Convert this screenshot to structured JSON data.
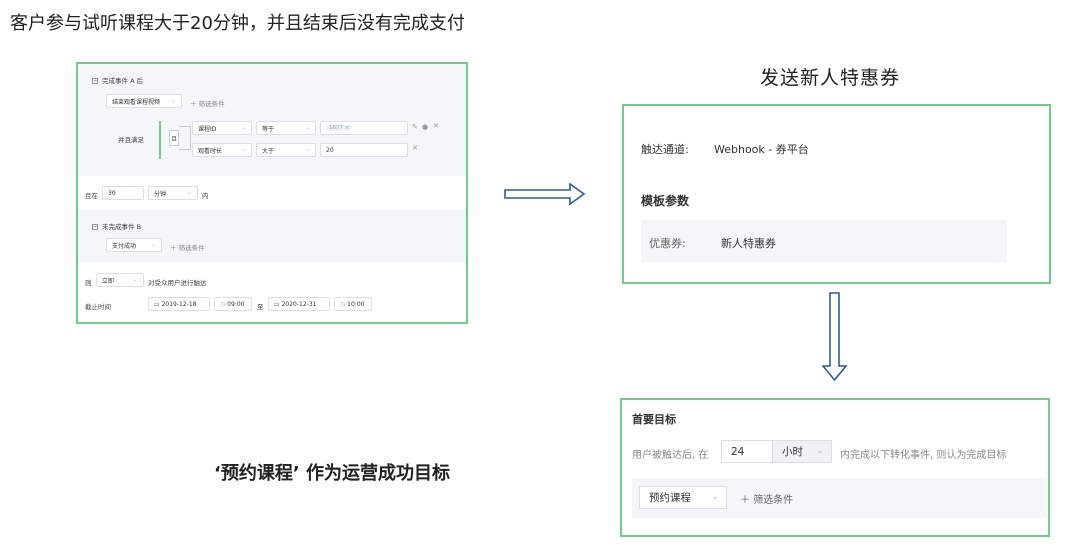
{
  "headline": "客户参与试听课程大于20分钟，并且结束后没有完成支付",
  "flow_panel": {
    "event_a": {
      "title": "完成事件 A 后",
      "event_select": "结束观看课程视频",
      "add_filter": "筛选条件",
      "and_satisfy": "并且满足",
      "and_tag": "且",
      "conditions": [
        {
          "field": "课程ID",
          "operator": "等于",
          "value_tag": "1677"
        },
        {
          "field": "观看时长",
          "operator": "大于",
          "value": "20"
        }
      ]
    },
    "within": {
      "prefix": "且在",
      "value": "30",
      "unit": "分钟",
      "suffix": "内"
    },
    "event_b": {
      "title": "未完成事件 B",
      "event_select": "支付成功",
      "add_filter": "筛选条件"
    },
    "then": {
      "prefix": "则",
      "timing": "立即",
      "text": "对受众用户进行触达"
    },
    "deadline": {
      "label": "截止时间",
      "start_date": "2019-12-18",
      "start_time": "09:00",
      "to": "至",
      "end_date": "2020-12-31",
      "end_time": "10:00"
    }
  },
  "coupon_title": "发送新人特惠券",
  "coupon_panel": {
    "channel_label": "触达通道:",
    "channel_value": "Webhook - 券平台",
    "template_title": "模板参数",
    "coupon_label": "优惠券:",
    "coupon_value": "新人特惠券"
  },
  "goal_note": "‘预约课程’ 作为运营成功目标",
  "goal_panel": {
    "title": "首要目标",
    "desc_prefix": "用户被触达后, 在",
    "hours_value": "24",
    "hours_unit": "小时",
    "desc_suffix": "内完成以下转化事件, 则认为完成目标",
    "event_select": "预约课程",
    "add_filter": "筛选条件"
  },
  "colors": {
    "panel_border": "#74c98d",
    "arrow": "#2f5b9a",
    "section_bg": "#f5f6f8"
  }
}
